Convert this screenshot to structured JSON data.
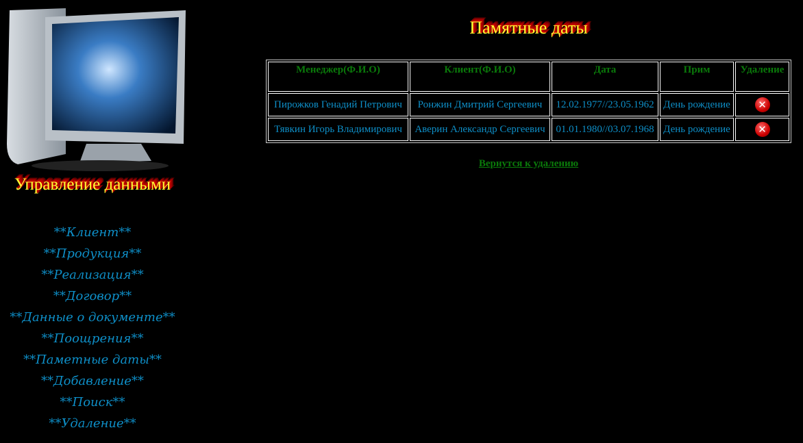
{
  "sidebar": {
    "title": "Управление данными",
    "items": [
      "**Клиент**",
      "**Продукция**",
      "**Реализация**",
      "**Договор**",
      "**Данные о документе**",
      "**Поощрения**",
      "**Паметные даты**",
      "**Добавление**",
      "**Поиск**",
      "**Удаление**"
    ]
  },
  "main": {
    "title": "Памятные даты",
    "headers": [
      "Менеджер(Ф.И.О)",
      "Клиент(Ф.И.О)",
      "Дата",
      "Прим",
      "Удаление"
    ],
    "rows": [
      [
        "Пирожков Генадий Петрович",
        "Ронжин Дмитрий Сергеевич",
        "12.02.1977//23.05.1962",
        "День рождение"
      ],
      [
        "Тявкин Игорь Владимирович",
        "Аверин Александр Сергеевич",
        "01.01.1980//03.07.1968",
        "День рождение"
      ]
    ],
    "delete_icon": "✕",
    "back_link": "Вернутся к удалению"
  },
  "colors": {
    "link": "#0e8fc8",
    "header": "#0a7a0a",
    "title": "#ffff33"
  }
}
